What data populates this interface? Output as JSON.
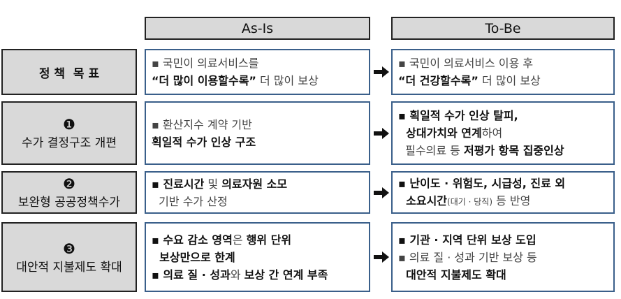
{
  "headers": {
    "asis": "As-Is",
    "tobe": "To-Be"
  },
  "rows": [
    {
      "num": "",
      "label": "정 책  목 표",
      "asis": [
        [
          {
            "t": "▪ 국민이 의료서비스를",
            "s": "n"
          }
        ],
        [
          {
            "t": "“더 많이 이용할수록”",
            "s": "b"
          },
          {
            "t": " 더 많이 보상",
            "s": "n"
          }
        ]
      ],
      "tobe": [
        [
          {
            "t": "▪ 국민이 의료서비스 이용 후",
            "s": "n"
          }
        ],
        [
          {
            "t": "“더 건강할수록”",
            "s": "b"
          },
          {
            "t": " 더 많이 보상",
            "s": "n"
          }
        ]
      ]
    },
    {
      "num": "❶",
      "label": "수가 결정구조 개편",
      "asis": [
        [
          {
            "t": "▪ 환산지수 계약 기반",
            "s": "n"
          }
        ],
        [
          {
            "t": "획일적 수가 인상 구조",
            "s": "b"
          }
        ]
      ],
      "tobe": [
        [
          {
            "t": "▪ 획일적 수가 인상 탈피,",
            "s": "b"
          }
        ],
        [
          {
            "t": "  상대가치와 연계",
            "s": "b"
          },
          {
            "t": "하여",
            "s": "n"
          }
        ],
        [
          {
            "t": "  필수의료 등 ",
            "s": "n"
          },
          {
            "t": "저평가 항목 집중인상",
            "s": "b"
          }
        ]
      ]
    },
    {
      "num": "❷",
      "label": "보완형 공공정책수가",
      "asis": [
        [
          {
            "t": "▪ 진료시간",
            "s": "b"
          },
          {
            "t": " 및 ",
            "s": "n"
          },
          {
            "t": "의료자원 소모",
            "s": "b"
          }
        ],
        [
          {
            "t": "  기반 수가 산정",
            "s": "n"
          }
        ]
      ],
      "tobe": [
        [
          {
            "t": "▪ 난이도 · 위험도, 시급성, 진료 외",
            "s": "b"
          }
        ],
        [
          {
            "t": "  소요시간",
            "s": "b"
          },
          {
            "t": "(대기 · 당직)",
            "s": "sm"
          },
          {
            "t": " 등 반영",
            "s": "n"
          }
        ]
      ]
    },
    {
      "num": "❸",
      "label": "대안적 지불제도 확대",
      "asis": [
        [
          {
            "t": "▪ 수요 감소 영역",
            "s": "b"
          },
          {
            "t": "은 ",
            "s": "n"
          },
          {
            "t": "행위 단위",
            "s": "b"
          }
        ],
        [
          {
            "t": "  보상만으로 한계",
            "s": "b"
          }
        ],
        [
          {
            "t": "▪ 의료 질 · 성과",
            "s": "b"
          },
          {
            "t": "와 ",
            "s": "n"
          },
          {
            "t": "보상 간 연계 부족",
            "s": "b"
          }
        ]
      ],
      "tobe": [
        [
          {
            "t": "▪ 기관 · 지역 단위 보상 도입",
            "s": "b"
          }
        ],
        [
          {
            "t": "▪ 의료 질 · 성과 기반 보상 등",
            "s": "n"
          }
        ],
        [
          {
            "t": "  대안적 지불제도 확대",
            "s": "b"
          }
        ]
      ]
    }
  ]
}
